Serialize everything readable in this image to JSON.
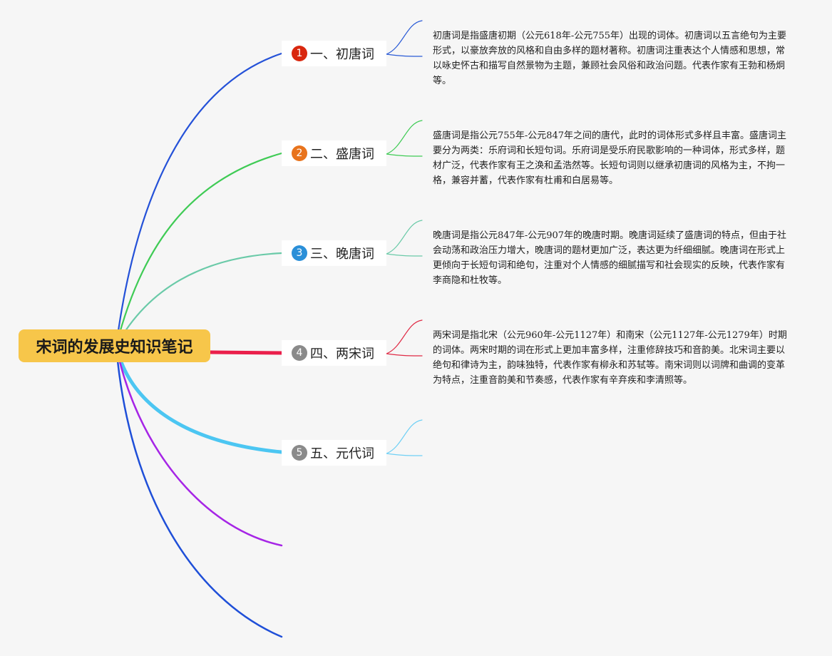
{
  "root": {
    "title": "宋词的发展史知识笔记"
  },
  "branches": [
    {
      "number": "1",
      "label": "一、初唐词",
      "badge_color": "#d9270e",
      "line_color": "#2451d8",
      "note_line_color": "#2a5bd6",
      "note": "初唐词是指盛唐初期（公元618年-公元755年）出现的词体。初唐词以五言绝句为主要形式，以豪放奔放的风格和自由多样的题材著称。初唐词注重表达个人情感和思想，常以咏史怀古和描写自然景物为主题，兼顾社会风俗和政治问题。代表作家有王勃和杨炯等。"
    },
    {
      "number": "2",
      "label": "二、盛唐词",
      "badge_color": "#e8731c",
      "line_color": "#3fcb55",
      "note_line_color": "#3fcb55",
      "note": "盛唐词是指公元755年-公元847年之间的唐代，此时的词体形式多样且丰富。盛唐词主要分为两类：乐府词和长短句词。乐府词是受乐府民歌影响的一种词体，形式多样，题材广泛，代表作家有王之涣和孟浩然等。长短句词则以继承初唐词的风格为主，不拘一格，兼容并蓄，代表作家有杜甫和白居易等。"
    },
    {
      "number": "3",
      "label": "三、晚唐词",
      "badge_color": "#2a8fd8",
      "line_color": "#6acaa8",
      "note_line_color": "#6acaa8",
      "note": "晚唐词是指公元847年-公元907年的晚唐时期。晚唐词延续了盛唐词的特点，但由于社会动荡和政治压力增大，晚唐词的题材更加广泛，表达更为纤细细腻。晚唐词在形式上更倾向于长短句词和绝句，注重对个人情感的细腻描写和社会现实的反映，代表作家有李商隐和杜牧等。"
    },
    {
      "number": "4",
      "label": "四、两宋词",
      "badge_color": "#8a8a8a",
      "line_color": "#ea1f4b",
      "note_line_color": "#e02a45",
      "note": "两宋词是指北宋（公元960年-公元1127年）和南宋（公元1127年-公元1279年）时期的词体。两宋时期的词在形式上更加丰富多样，注重修辞技巧和音韵美。北宋词主要以绝句和律诗为主，韵味独特，代表作家有柳永和苏轼等。南宋词则以词牌和曲调的变革为特点，注重音韵美和节奏感，代表作家有辛弃疾和李清照等。"
    },
    {
      "number": "5",
      "label": "五、元代词",
      "badge_color": "#8a8a8a",
      "line_color": "#4cc6f2",
      "note_line_color": "#6fd0f5",
      "note": ""
    }
  ],
  "extra_lines": [
    {
      "color": "#a625e6"
    },
    {
      "color": "#1f4fd8"
    }
  ]
}
